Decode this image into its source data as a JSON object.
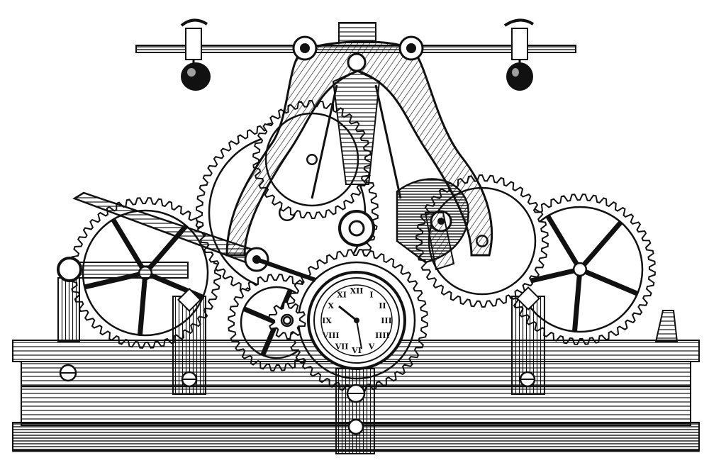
{
  "image": {
    "subject": "clock-mechanism-engraving",
    "style": "black-and-white engraving",
    "colors": {
      "paper": "#ffffff",
      "ink": "#111111"
    }
  },
  "dial": {
    "numerals": [
      "XII",
      "I",
      "II",
      "III",
      "IIII",
      "V",
      "VI",
      "VII",
      "VIII",
      "IX",
      "X",
      "XI"
    ]
  }
}
